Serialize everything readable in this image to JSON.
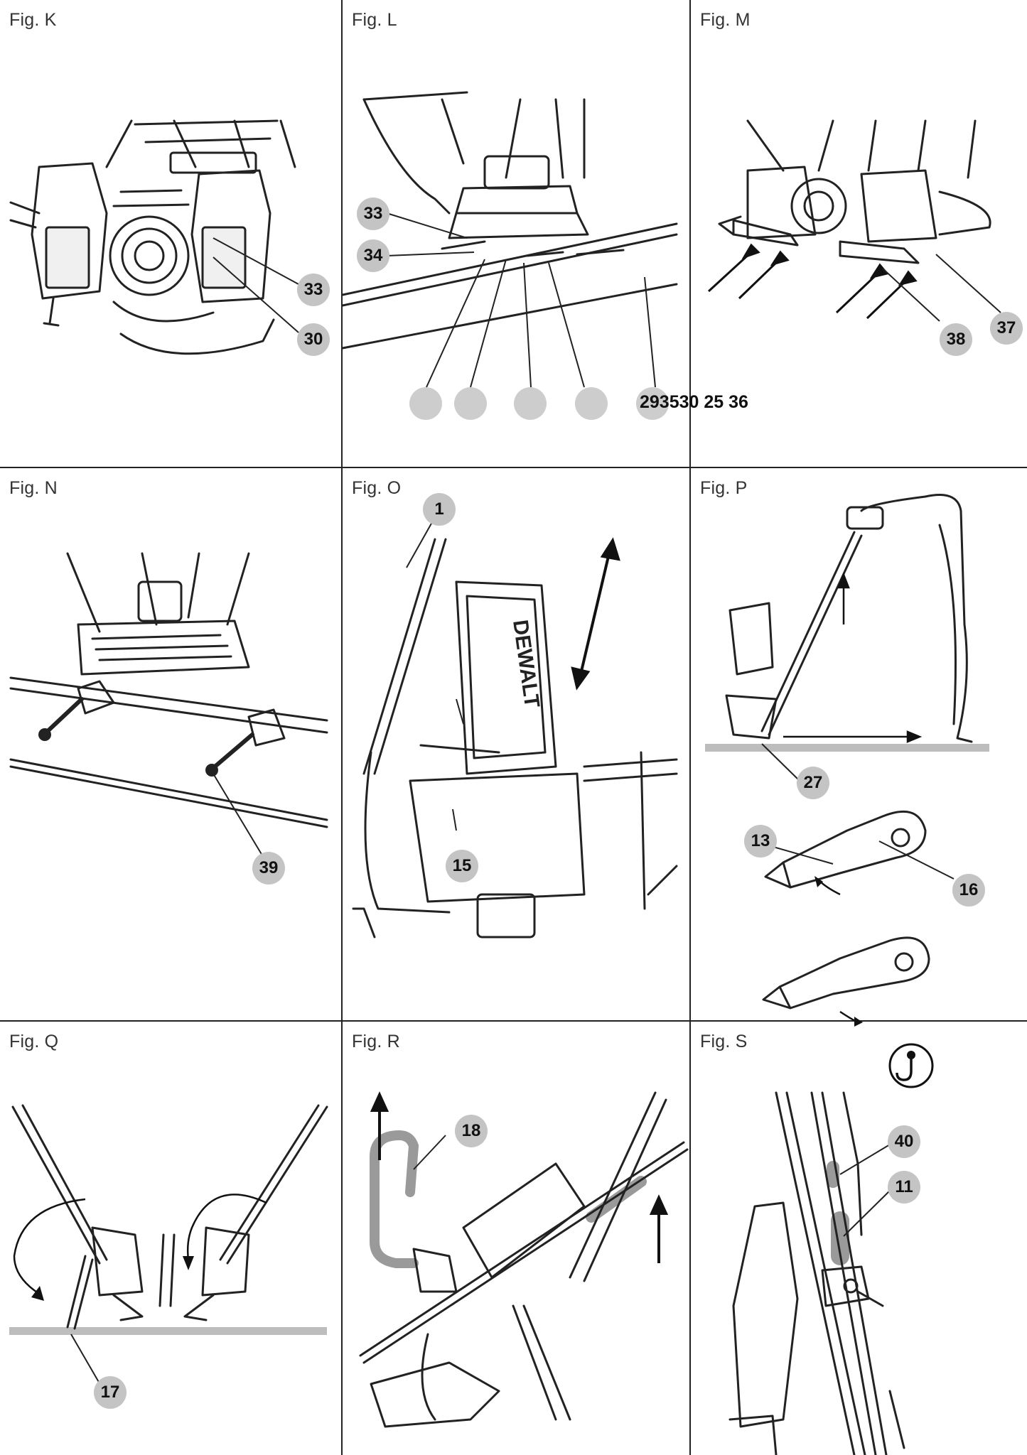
{
  "figures": {
    "K": {
      "label": "Fig. K",
      "callouts": [
        "33",
        "30"
      ]
    },
    "L": {
      "label": "Fig. L",
      "callouts": [
        "33",
        "34"
      ],
      "part_numbers": "293530 25 36"
    },
    "M": {
      "label": "Fig. M",
      "callouts": [
        "38",
        "37"
      ]
    },
    "N": {
      "label": "Fig. N",
      "callouts": [
        "39"
      ]
    },
    "O": {
      "label": "Fig. O",
      "callouts": [
        "1",
        "15"
      ],
      "brand": "DEWALT"
    },
    "P": {
      "label": "Fig. P",
      "callouts": [
        "27",
        "13",
        "16"
      ]
    },
    "Q": {
      "label": "Fig. Q",
      "callouts": [
        "17"
      ]
    },
    "R": {
      "label": "Fig. R",
      "callouts": [
        "18"
      ]
    },
    "S": {
      "label": "Fig. S",
      "callouts": [
        "40",
        "11"
      ],
      "symbol": "lifting-hook-icon"
    }
  },
  "colors": {
    "line": "#222222",
    "callout": "#c4c4c4",
    "ground": "#bdbdbd",
    "highlight": "#9a9a9a"
  }
}
